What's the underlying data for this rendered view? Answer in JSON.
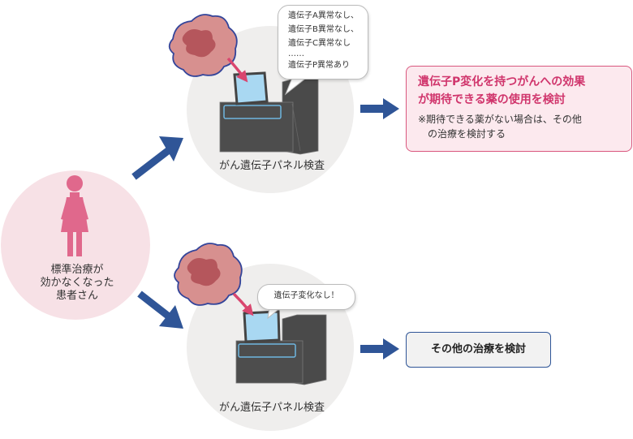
{
  "patient": {
    "label_lines": [
      "標準治療が",
      "効かなくなった",
      "患者さん"
    ]
  },
  "tests": {
    "upper_label": "がん遺伝子パネル検査",
    "lower_label": "がん遺伝子パネル検査"
  },
  "bubbles": {
    "upper_lines": [
      "遺伝子A異常なし、",
      "遺伝子B異常なし、",
      "遺伝子C異常なし",
      "……",
      "遺伝子P異常あり"
    ],
    "lower_text": "遺伝子変化なし！"
  },
  "results": {
    "upper_title_lines": [
      "遺伝子P変化を持つがんへの効果",
      "が期待できる薬の使用を検討"
    ],
    "upper_note_line1": "※期待できる薬がない場合は、その他",
    "upper_note_line2": "の治療を検討する",
    "lower_text": "その他の治療を検討"
  },
  "colors": {
    "pink_circle": "#f7e1e6",
    "gray_circle": "#efeeed",
    "arrow_blue": "#2f5597",
    "arrow_pink": "#d9466f",
    "woman": "#e0688c",
    "tumor_outer": "#d7908f",
    "tumor_inner": "#b5565c",
    "tumor_border": "#34459a",
    "machine_dark": "#4a4a4a",
    "screen": "#a9d8f2"
  }
}
